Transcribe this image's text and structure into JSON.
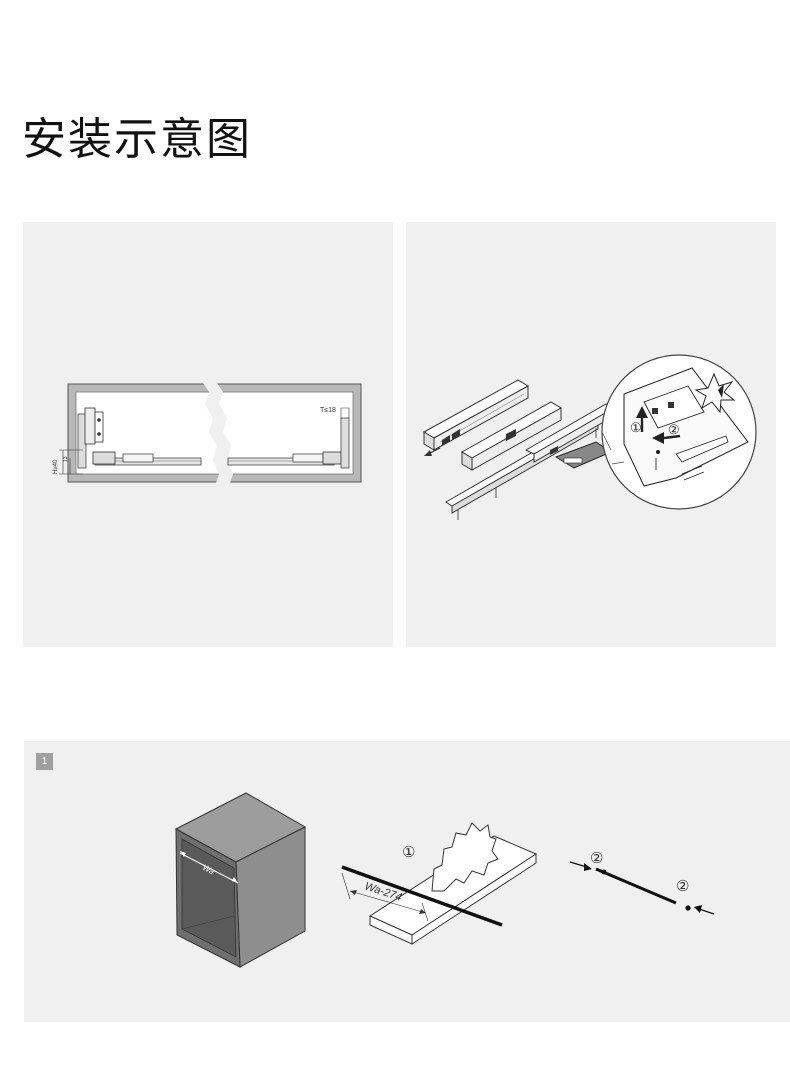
{
  "page": {
    "title": "安装示意图"
  },
  "left_diagram": {
    "thickness_label": "T≤18",
    "height_label": "H≥40",
    "offset_label": "13"
  },
  "right_diagram": {
    "step_one": "①",
    "step_two": "②"
  },
  "bottom_section": {
    "step_number": "1",
    "width_label": "Wa",
    "cut_label": "Wa-274",
    "step_one": "①",
    "step_two_a": "②",
    "step_two_b": "②"
  }
}
